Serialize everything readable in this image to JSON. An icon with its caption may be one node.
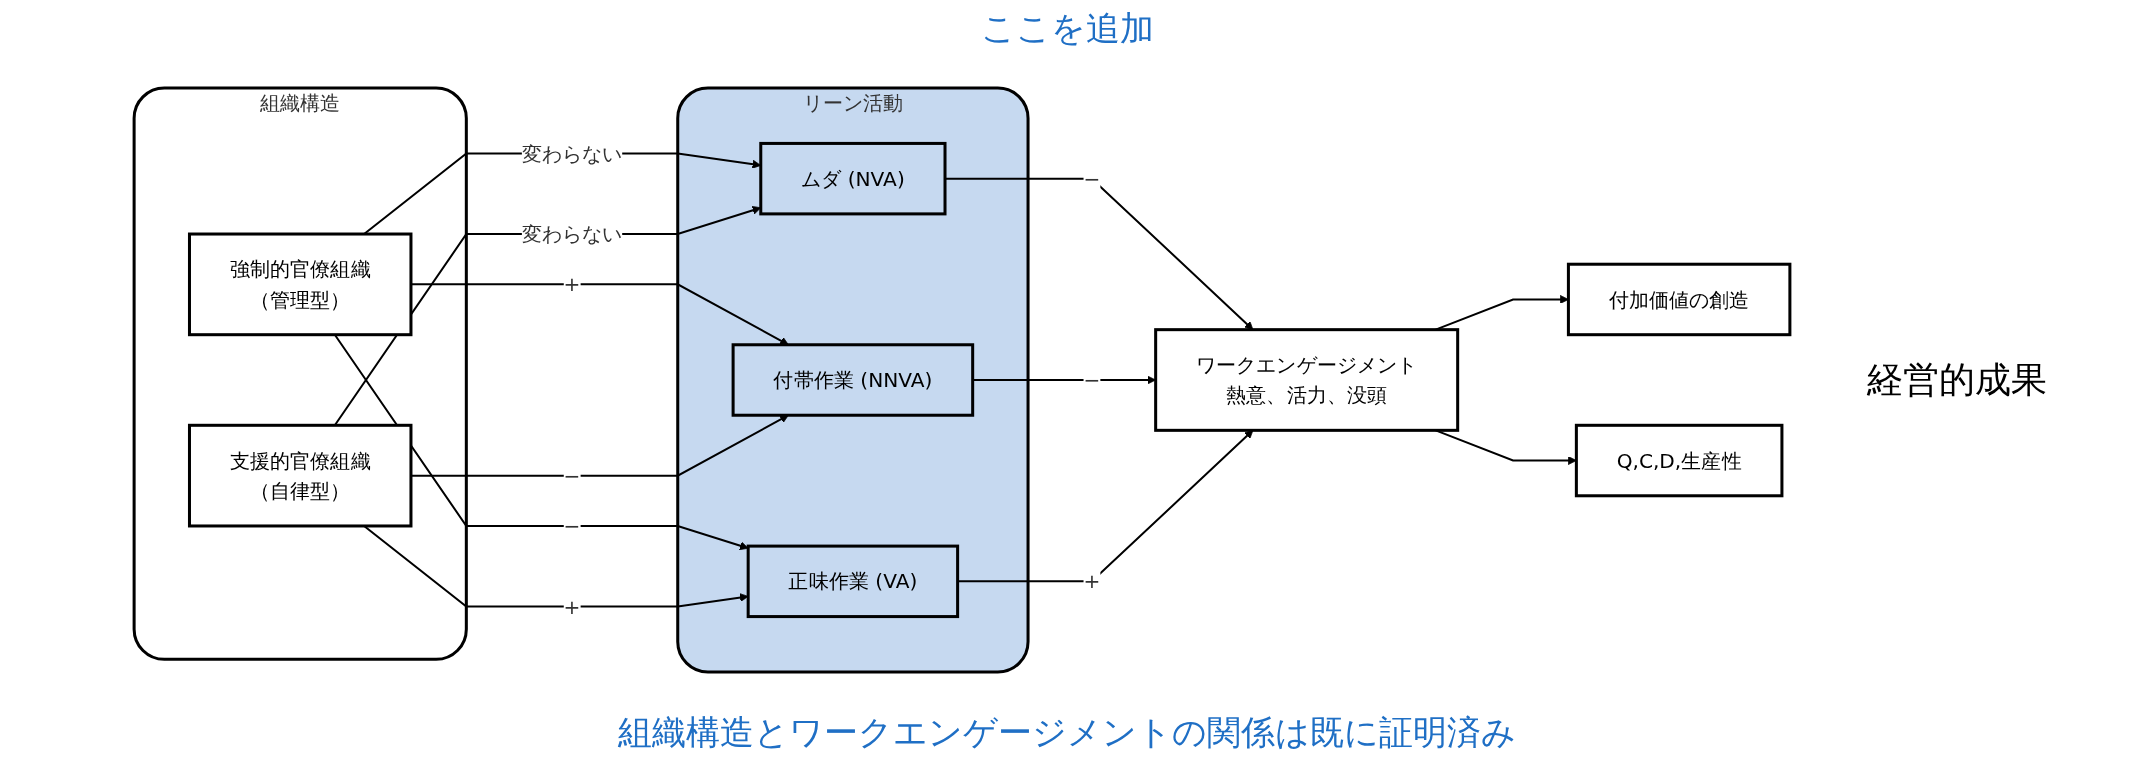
{
  "diagram": {
    "nodes": [
      {
        "text": [
          "組織構造"
        ]
      },
      {
        "text": [
          "強制的官僚組織",
          "（管理型）"
        ],
        "in": 0
      },
      {
        "text": [
          "支援的官僚組織",
          "（自律型）"
        ],
        "in": 0
      },
      {
        "text": [
          "リーン活動"
        ]
      },
      {
        "text": [
          "ムダ (NVA)"
        ],
        "in": 3
      },
      {
        "text": [
          "付帯作業 (NNVA)"
        ],
        "in": 3
      },
      {
        "text": [
          "正味作業 (VA)"
        ],
        "in": 3
      },
      {
        "text": [
          "ワークエンゲージメント",
          "熱意、活力、没頭"
        ]
      },
      {
        "text": [
          "付加価値の創造"
        ]
      },
      {
        "text": [
          "Q,C,D,生産性"
        ]
      }
    ],
    "edges": [
      {
        "from": 1,
        "to": 4,
        "arrow": "to",
        "label": "変わらない"
      },
      {
        "from": 1,
        "to": 5,
        "arrow": "to",
        "label": "+"
      },
      {
        "from": 1,
        "to": 6,
        "arrow": "to",
        "label": "−"
      },
      {
        "from": 2,
        "to": 4,
        "arrow": "to",
        "label": "変わらない"
      },
      {
        "from": 2,
        "to": 5,
        "arrow": "to",
        "label": "−"
      },
      {
        "from": 2,
        "to": 6,
        "arrow": "to",
        "label": "+"
      },
      {
        "from": 4,
        "to": 7,
        "arrow": "to",
        "label": "−"
      },
      {
        "from": 5,
        "to": 7,
        "arrow": "to",
        "label": "−"
      },
      {
        "from": 6,
        "to": 7,
        "arrow": "to",
        "label": "+"
      },
      {
        "from": 7,
        "to": 8,
        "arrow": "to"
      },
      {
        "from": 7,
        "to": 9,
        "arrow": "to"
      }
    ],
    "labels": [
      "ここを追加",
      "経営的成果",
      "組織構造とワークエンゲージメントの関係は既に証明済み"
    ]
  }
}
